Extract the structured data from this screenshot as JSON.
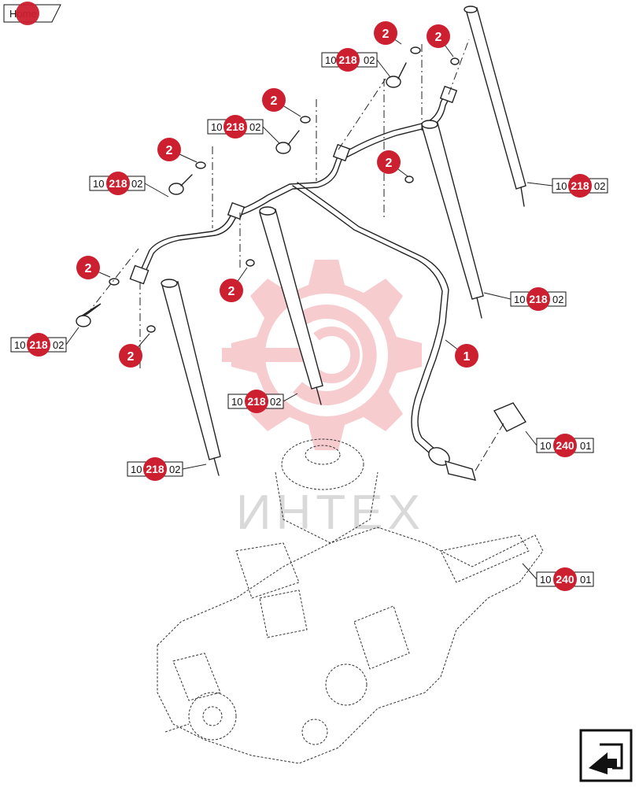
{
  "home_button": {
    "label": "Home"
  },
  "callouts": {
    "pipe": "1",
    "washer": "2"
  },
  "refs": {
    "injector_prefix": "10",
    "injector_code": "218",
    "injector_suffix": "02",
    "pump_prefix": "10",
    "pump_code": "240",
    "pump_suffix": "01"
  },
  "watermark": {
    "text": "ИНТЕХ"
  },
  "colors": {
    "badge": "#cc1f2f",
    "watermark": "#f2a3a8",
    "line": "#222222"
  },
  "icons": {
    "next_page": "exit-arrow-icon"
  }
}
